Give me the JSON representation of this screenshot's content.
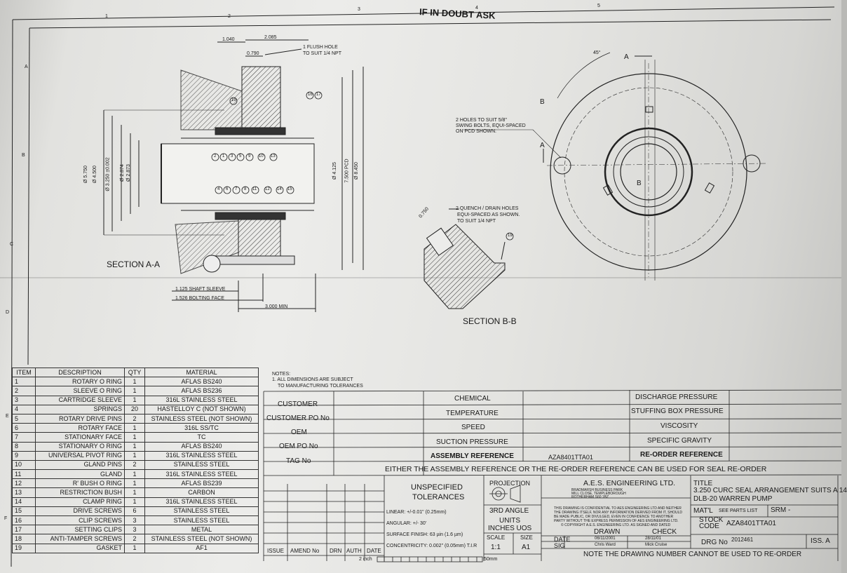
{
  "zone_numbers": {
    "top": [
      "1",
      "2",
      "3",
      "4",
      "5"
    ],
    "left": [
      "A",
      "B",
      "C",
      "D",
      "E",
      "F"
    ]
  },
  "header": {
    "doubt_text": "IF IN DOUBT ASK"
  },
  "section_aa": {
    "label": "SECTION A-A",
    "dims": {
      "d1": "1.040",
      "d2": "2.085",
      "d3": "0.790",
      "flush": "1 FLUSH HOLE",
      "flush2": "TO SUIT 1/4 NPT",
      "v1": "Ø 5.750",
      "v2": "Ø 4.500",
      "v3": "Ø 3.250 ±0.002",
      "v4": "Ø 2.874",
      "v5": "Ø 2.873",
      "v6": "Ø 4.125",
      "v7": "7.500 PCD",
      "v8": "Ø 8.450",
      "shaft_sleeve": "1.125 SHAFT SLEEVE",
      "bolting_face": "1.526 BOLTING FACE",
      "min": "3.000 MIN"
    },
    "balloons_top": [
      "19",
      "16",
      "17"
    ],
    "balloons_mid1": [
      "2",
      "1",
      "3",
      "5",
      "9",
      "10",
      "13"
    ],
    "balloons_mid2": [
      "4",
      "6",
      "7",
      "8",
      "11",
      "12",
      "14",
      "15"
    ]
  },
  "section_bb": {
    "label": "SECTION B-B",
    "dim": "0.750",
    "note1": "2 QUENCH / DRAIN HOLES",
    "note2": "EQUI-SPACED AS SHOWN.",
    "note3": "TO SUIT 1/4 NPT",
    "balloon": "19"
  },
  "end_view": {
    "note1": "2 HOLES TO SUIT 5/8\"",
    "note2": "SWING BOLTS, EQUI-SPACED",
    "note3": "ON PCD SHOWN.",
    "angle": "45°",
    "a_top": "A",
    "a_left": "A",
    "b_top": "B",
    "b_center": "B"
  },
  "bom": {
    "headers": [
      "ITEM",
      "DESCRIPTION",
      "QTY",
      "MATERIAL"
    ],
    "rows": [
      [
        "1",
        "ROTARY O RING",
        "1",
        "AFLAS BS240"
      ],
      [
        "2",
        "SLEEVE O RING",
        "1",
        "AFLAS BS236"
      ],
      [
        "3",
        "CARTRIDGE SLEEVE",
        "1",
        "316L STAINLESS STEEL"
      ],
      [
        "4",
        "SPRINGS",
        "20",
        "HASTELLOY C (NOT SHOWN)"
      ],
      [
        "5",
        "ROTARY DRIVE PINS",
        "2",
        "STAINLESS STEEL (NOT SHOWN)"
      ],
      [
        "6",
        "ROTARY FACE",
        "1",
        "316L SS/TC"
      ],
      [
        "7",
        "STATIONARY FACE",
        "1",
        "TC"
      ],
      [
        "8",
        "STATIONARY O RING",
        "1",
        "AFLAS BS240"
      ],
      [
        "9",
        "UNIVERSAL PIVOT RING",
        "1",
        "316L STAINLESS STEEL"
      ],
      [
        "10",
        "GLAND PINS",
        "2",
        "STAINLESS STEEL"
      ],
      [
        "11",
        "GLAND",
        "1",
        "316L STAINLESS STEEL"
      ],
      [
        "12",
        "R' BUSH O RING",
        "1",
        "AFLAS BS239"
      ],
      [
        "13",
        "RESTRICTION BUSH",
        "1",
        "CARBON"
      ],
      [
        "14",
        "CLAMP RING",
        "1",
        "316L STAINLESS STEEL"
      ],
      [
        "15",
        "DRIVE SCREWS",
        "6",
        "STAINLESS STEEL"
      ],
      [
        "16",
        "CLIP SCREWS",
        "3",
        "STAINLESS STEEL"
      ],
      [
        "17",
        "SETTING CLIPS",
        "3",
        "METAL"
      ],
      [
        "18",
        "ANTI-TAMPER SCREWS",
        "2",
        "STAINLESS STEEL (NOT SHOWN)"
      ],
      [
        "19",
        "GASKET",
        "1",
        "AF1"
      ]
    ]
  },
  "notes": {
    "title": "NOTES:",
    "line1": "1. ALL DIMENSIONS ARE SUBJECT",
    "line2": "TO MANUFACTURING TOLERANCES"
  },
  "params": {
    "customer": "CUSTOMER",
    "customer_po": "CUSTOMER PO No",
    "oem": "OEM",
    "oem_po": "OEM PO No",
    "tag": "TAG No",
    "chemical": "CHEMICAL",
    "temperature": "TEMPERATURE",
    "speed": "SPEED",
    "suction": "SUCTION PRESSURE",
    "assembly_ref": "ASSEMBLY REFERENCE",
    "assembly_val": "AZA8401TTA01",
    "discharge": "DISCHARGE PRESSURE",
    "stuffing": "STUFFING BOX PRESSURE",
    "viscosity": "VISCOSITY",
    "gravity": "SPECIFIC GRAVITY",
    "reorder": "RE-ORDER REFERENCE",
    "either_note": "EITHER THE ASSEMBLY REFERENCE OR THE RE-ORDER REFERENCE CAN BE USED FOR SEAL RE-ORDER"
  },
  "revision": {
    "issue": "ISSUE",
    "amend": "AMEND No",
    "drn": "DRN",
    "auth": "AUTH",
    "date": "DATE"
  },
  "tolerances": {
    "title1": "UNSPECIFIED",
    "title2": "TOLERANCES",
    "linear": "LINEAR:  +/-0.01\" (0.25mm)",
    "angular": "ANGULAR: +/- 30'",
    "surface": "SURFACE FINISH: 63 µin  (1.6 µm)",
    "concentricity": "CONCENTRICITY: 0.002\" (0.05mm) T.I.R",
    "scale_bar_left": "2 inch",
    "scale_bar_right": "50mm"
  },
  "projection": {
    "title": "PROJECTION",
    "angle": "3RD ANGLE",
    "units1": "UNITS",
    "units2": "INCHES UOS",
    "scale_lbl": "SCALE",
    "size_lbl": "SIZE",
    "scale_val": "1:1",
    "size_val": "A1"
  },
  "company": {
    "name": "A.E.S. ENGINEERING LTD.",
    "addr1": "BRADMARSH BUSINESS PARK",
    "addr2": "MILL CLOSE, TEMPLEBOROUGH",
    "addr3": "ROTHERHAM S60 1BZ",
    "conf1": "THIS DRAWING IS CONFIDENTIAL TO AES ENGINEERING LTD AND NEITHER",
    "conf2": "THE DRAWING ITSELF, NOR ANY INFORMATION DERIVED FROM IT, SHOULD",
    "conf3": "BE MADE PUBLIC, OR DIVULGED, EVEN IN CONFIDENCE TO ANOTHER",
    "conf4": "PARTY WITHOUT THE EXPRESS PERMISSION OF AES ENGINEERING LTD.",
    "conf5": "© COPYRIGHT A.E.S. ENGINEERING LTD. AS SIGNED AND DATED",
    "date_lbl": "DATE",
    "sig_lbl": "SIG",
    "drawn_lbl": "DRAWN",
    "check_lbl": "CHECK",
    "drawn_date": "06/11/2001",
    "check_date": "28/11/01",
    "drawn_sig": "Chris Ward",
    "check_sig": "Mick Cruise"
  },
  "title_block": {
    "title_lbl": "TITLE",
    "title1": "3.250 CURC SEAL ARRANGEMENT SUITS A 14",
    "title2": "DLB-20 WARREN PUMP",
    "matl": "MAT'L",
    "matl_val": "SEE PARTS LIST",
    "srm": "SRM -",
    "stock1": "STOCK",
    "stock2": "CODE",
    "stock_val": "AZA8401TTA01",
    "drg": "DRG No",
    "drg_val": "2012461",
    "iss": "ISS. A",
    "note": "NOTE THE DRAWING NUMBER CANNOT BE USED TO RE-ORDER"
  }
}
